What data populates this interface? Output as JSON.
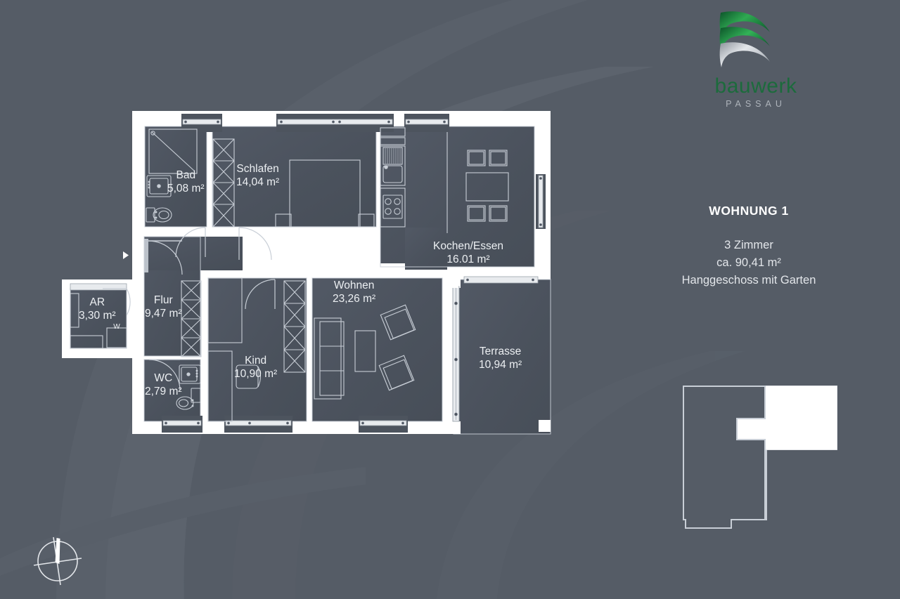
{
  "brand": {
    "logo_word": "bauwerk",
    "logo_sub": "PASSAU",
    "green_dark": "#0f5c2e",
    "green_light": "#2faa52",
    "silver": "#c9ced4"
  },
  "info_panel": {
    "title": "WOHNUNG 1",
    "rooms_line": "3 Zimmer",
    "area_line": "ca. 90,41 m²",
    "floor_line": "Hanggeschoss mit Garten"
  },
  "canvas": {
    "background": "#555c66",
    "room_fill": "#4d545e",
    "wall_fill": "#ffffff",
    "line_color": "#c8ced6",
    "text_color": "#eceff2"
  },
  "rooms": [
    {
      "key": "bad",
      "name": "Bad",
      "area": "5,08 m²"
    },
    {
      "key": "schlafen",
      "name": "Schlafen",
      "area": "14,04 m²"
    },
    {
      "key": "kochen",
      "name": "Kochen/Essen",
      "area": "16.01 m²"
    },
    {
      "key": "ar",
      "name": "AR",
      "area": "3,30 m²"
    },
    {
      "key": "flur",
      "name": "Flur",
      "area": "9,47 m²"
    },
    {
      "key": "wc",
      "name": "WC",
      "area": "2,79 m²"
    },
    {
      "key": "kind",
      "name": "Kind",
      "area": "10,90 m²"
    },
    {
      "key": "wohnen",
      "name": "Wohnen",
      "area": "23,26 m²"
    },
    {
      "key": "terrasse",
      "name": "Terrasse",
      "area": "10,94 m²"
    }
  ],
  "fixtures": {
    "washer_label": "W"
  },
  "key_map": {
    "caption": "",
    "highlight_fill": "#ffffff",
    "outline_color": "#c8ced6"
  },
  "compass": {
    "label": ""
  }
}
